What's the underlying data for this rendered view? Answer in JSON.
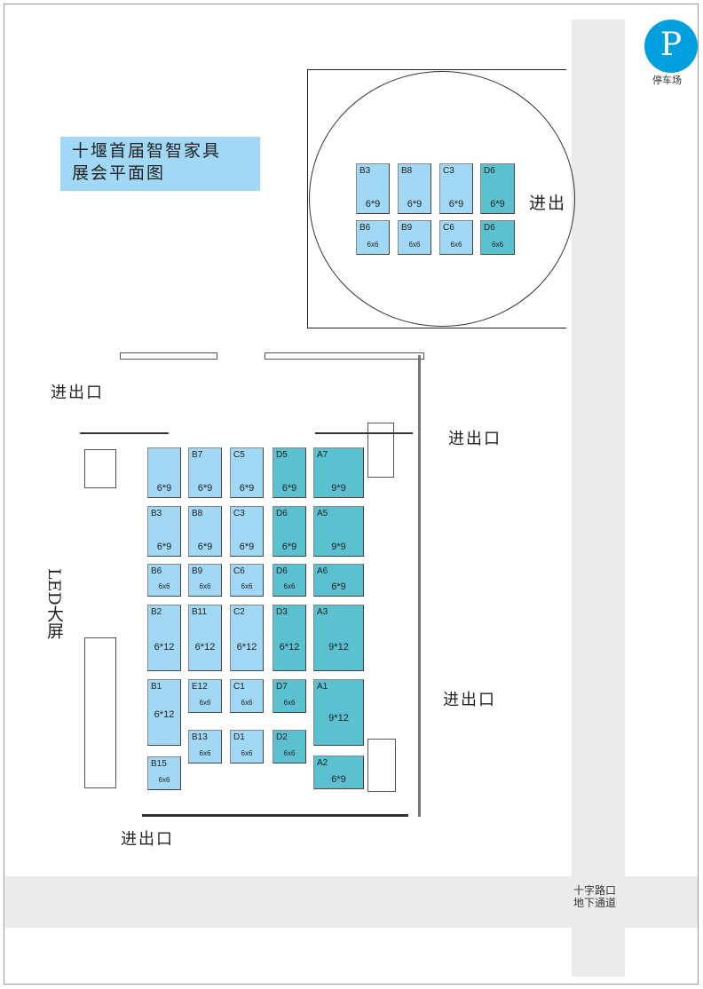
{
  "title_lines": [
    "十堰首届智智家具",
    "展会平面图"
  ],
  "parking": {
    "icon": "P",
    "label": "停车场"
  },
  "underpass": [
    "十字路口",
    "地下通道"
  ],
  "led": "LED大屏",
  "entrances": {
    "top_left": "进出口",
    "right_top": "进出口",
    "right_bottom": "进出口",
    "bottom": "进出口",
    "inset": "进出"
  },
  "colors": {
    "light": "#a0d8f5",
    "teal": "#5bc0d0",
    "road": "#ebebeb",
    "parking": "#00a0e0"
  },
  "inset_booths": [
    {
      "id": "B3",
      "size": "6*9"
    },
    {
      "id": "B8",
      "size": "6*9"
    },
    {
      "id": "C3",
      "size": "6*9"
    },
    {
      "id": "D6",
      "size": "6*9"
    },
    {
      "id": "B6",
      "size": "6x6"
    },
    {
      "id": "B9",
      "size": "6x6"
    },
    {
      "id": "C6",
      "size": "6x6"
    },
    {
      "id": "D6",
      "size": "6x6"
    }
  ],
  "booths": [
    {
      "id": "",
      "size": "6*9"
    },
    {
      "id": "B7",
      "size": "6*9"
    },
    {
      "id": "C5",
      "size": "6*9"
    },
    {
      "id": "D5",
      "size": "6*9"
    },
    {
      "id": "A7",
      "size": "9*9"
    },
    {
      "id": "B3",
      "size": "6*9"
    },
    {
      "id": "B8",
      "size": "6*9"
    },
    {
      "id": "C3",
      "size": "6*9"
    },
    {
      "id": "D6",
      "size": "6*9"
    },
    {
      "id": "A5",
      "size": "9*9"
    },
    {
      "id": "B6",
      "size": "6x6"
    },
    {
      "id": "B9",
      "size": "6x6"
    },
    {
      "id": "C6",
      "size": "6x6"
    },
    {
      "id": "D6",
      "size": "6x6"
    },
    {
      "id": "A6",
      "size": "6*9"
    },
    {
      "id": "B2",
      "size": "6*12"
    },
    {
      "id": "B11",
      "size": "6*12"
    },
    {
      "id": "C2",
      "size": "6*12"
    },
    {
      "id": "D3",
      "size": "6*12"
    },
    {
      "id": "A3",
      "size": "9*12"
    },
    {
      "id": "B1",
      "size": "6*12"
    },
    {
      "id": "E12",
      "size": "6x6"
    },
    {
      "id": "C1",
      "size": "6x6"
    },
    {
      "id": "D7",
      "size": "6x6"
    },
    {
      "id": "A1",
      "size": "9*12"
    },
    {
      "id": "B13",
      "size": "6x6"
    },
    {
      "id": "D1",
      "size": "6x6"
    },
    {
      "id": "D2",
      "size": "6x6"
    },
    {
      "id": "B15",
      "size": "6x6"
    },
    {
      "id": "A2",
      "size": "6*9"
    }
  ]
}
